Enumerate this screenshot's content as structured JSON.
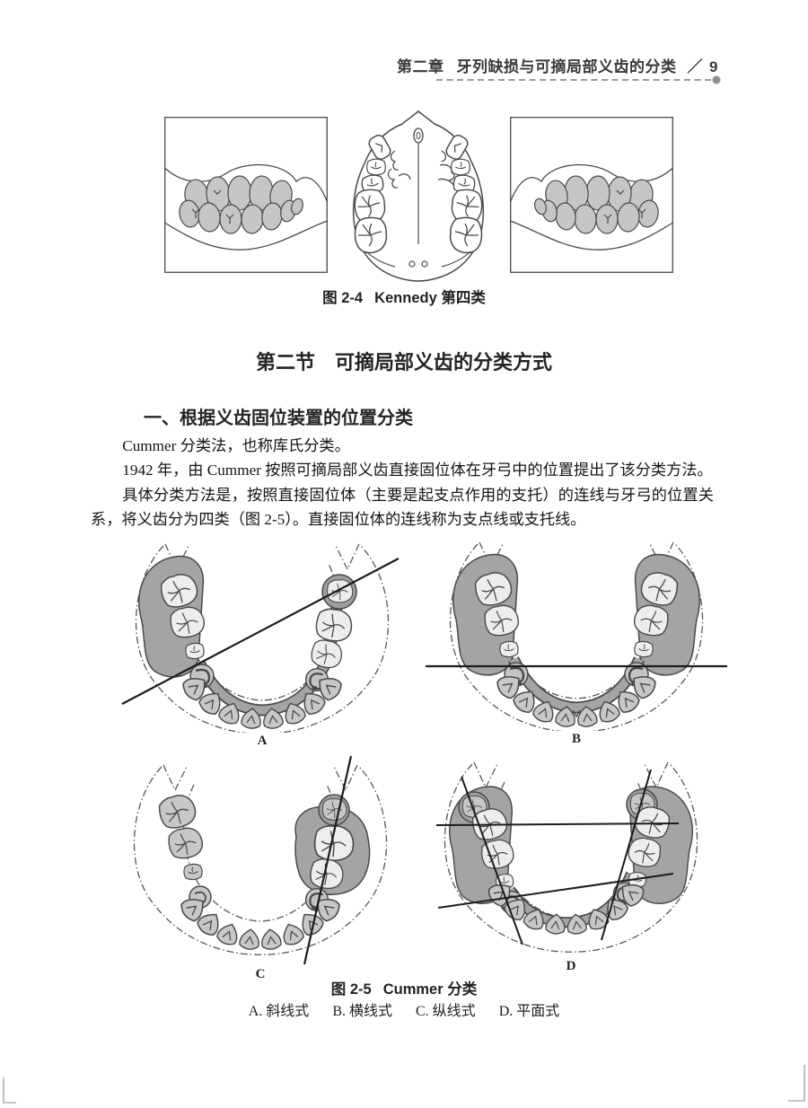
{
  "header": {
    "chapter": "第二章",
    "title": "牙列缺损与可摘局部义齿的分类",
    "separator": "／",
    "page_number": "9"
  },
  "figure_2_4": {
    "caption_label": "图 2-4",
    "caption_text": "Kennedy 第四类",
    "panels": [
      "left-lateral-cast-view",
      "maxillary-occlusal-view",
      "right-lateral-cast-view"
    ]
  },
  "section": {
    "label": "第二节",
    "title": "可摘局部义齿的分类方式"
  },
  "subsection": {
    "title": "一、根据义齿固位装置的位置分类"
  },
  "paragraphs": [
    "Cummer 分类法，也称库氏分类。",
    "1942 年，由 Cummer 按照可摘局部义齿直接固位体在牙弓中的位置提出了该分类方法。",
    "具体分类方法是，按照直接固位体（主要是起支点作用的支托）的连线与牙弓的位置关系，将义齿分为四类（图 2-5）。直接固位体的连线称为支点线或支托线。"
  ],
  "figure_2_5": {
    "caption_label": "图 2-5",
    "caption_text": "Cummer 分类",
    "types": [
      {
        "key": "A",
        "name": "斜线式"
      },
      {
        "key": "B",
        "name": "横线式"
      },
      {
        "key": "C",
        "name": "纵线式"
      },
      {
        "key": "D",
        "name": "平面式"
      }
    ],
    "subcaption_parts": [
      "A. 斜线式",
      "B. 横线式",
      "C. 纵线式",
      "D. 平面式"
    ]
  },
  "colors": {
    "denture_base_gray": "#a4a4a4",
    "natural_teeth_gray": "#c7c7c7",
    "artificial_teeth_white": "#ededed",
    "outline_dark": "#4a4a4a",
    "fulcrum_line_black": "#1c1c1c",
    "header_rule_gray": "#9b9b9b"
  }
}
